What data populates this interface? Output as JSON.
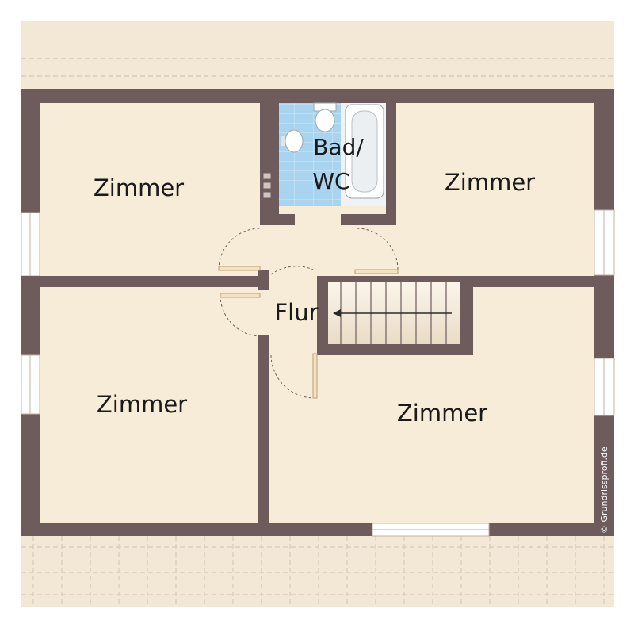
{
  "rooms": {
    "top_left": "Zimmer",
    "top_right": "Zimmer",
    "bottom_left": "Zimmer",
    "bottom_right": "Zimmer",
    "bathroom_line1": "Bad/",
    "bathroom_line2": "WC",
    "hallway": "Flur"
  },
  "copyright": "© Grundrissprofi.de",
  "colors": {
    "wall": "#6e5c5c",
    "floor": "#f7ecd8",
    "roof": "#f3e8d6",
    "roof_dash": "#d8ccb8",
    "tile": "#a9d4f0",
    "stairs": "#8a7878"
  },
  "icons": [
    "toilet-icon",
    "sink-icon",
    "bathtub-icon",
    "radiator-icon",
    "stairs-arrow-icon"
  ]
}
